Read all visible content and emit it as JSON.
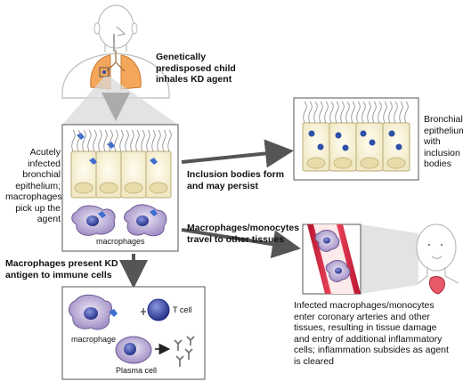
{
  "labels": {
    "child_inhales": [
      "Genetically",
      "predisposed child",
      "inhales KD agent"
    ],
    "acute_epithelium": [
      "Acutely",
      "infected",
      "bronchial",
      "epithelium;",
      "macrophages",
      "pick up the",
      "agent"
    ],
    "macrophages": "macrophages",
    "inclusion_bodies_form": [
      "Inclusion bodies form",
      "and may persist"
    ],
    "bronchial_inclusion": [
      "Bronchial",
      "epithelium",
      "with inclusion",
      "bodies"
    ],
    "travel": [
      "Macrophages/monocytes",
      "travel to other tissues"
    ],
    "present_antigen": [
      "Macrophages present KD",
      "antigen to immune cells"
    ],
    "macrophage": "macrophage",
    "t_cell": "T cell",
    "plasma_cell": "Plasma cell",
    "infected_description": [
      "Infected macrophages/monocytes",
      "enter coronary arteries and other",
      "tissues, resulting in tissue damage",
      "and entry of additional inflammatory",
      "cells; inflammation subsides as agent",
      "is cleared"
    ]
  },
  "colors": {
    "lung": "#f4a65a",
    "cell_fill": "#fbf5dc",
    "nucleus": "#e8dcaa",
    "inclusion": "#2f4fa8",
    "macrophage": "#a898c8",
    "artery": "#d8233c",
    "arrow": "#555555",
    "panel_shadow": "#d9d9d9"
  }
}
